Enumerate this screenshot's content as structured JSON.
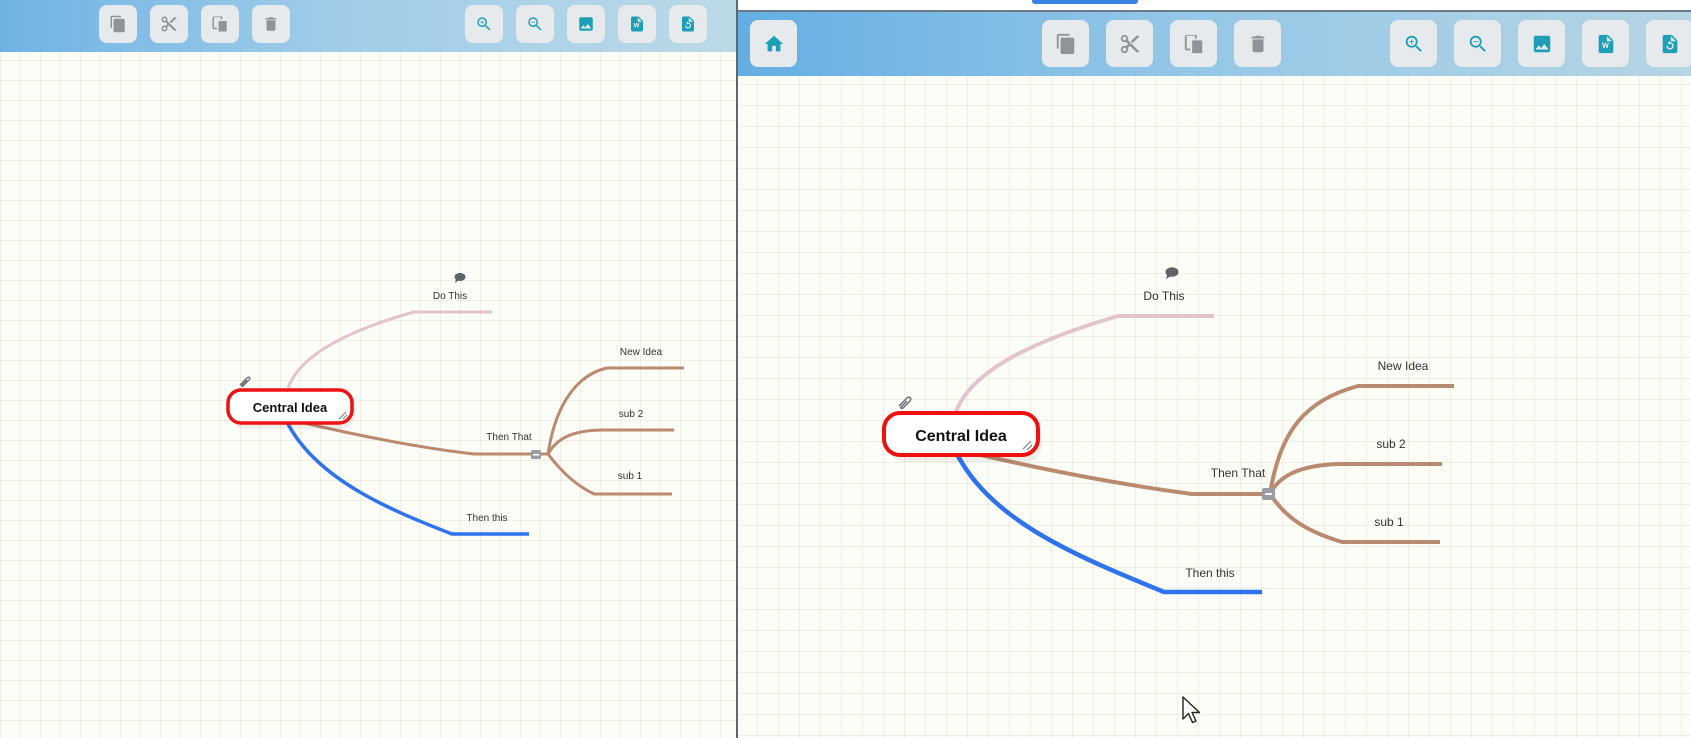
{
  "toolbar": {
    "home_label": "Home",
    "copy_label": "Copy",
    "cut_label": "Cut",
    "paste_label": "Paste",
    "delete_label": "Delete",
    "zoom_in_label": "Zoom in",
    "zoom_out_label": "Zoom out",
    "export_image_label": "Export image",
    "export_word_label": "Export Word",
    "reset_label": "Reset"
  },
  "mindmap": {
    "central": "Central Idea",
    "do_this": "Do This",
    "then_that": "Then That",
    "then_this": "Then this",
    "new_idea": "New Idea",
    "sub2": "sub 2",
    "sub1": "sub 1"
  },
  "colors": {
    "central_border": "#ee1111",
    "do_this_branch": "#e3c3cd",
    "then_that_branch": "#b98a70",
    "then_this_branch": "#2f72ee",
    "toolbar_icon_active": "#1e9fb7",
    "toolbar_icon_inactive": "#8e9499"
  },
  "icons": {
    "central_attachment": "paperclip-icon",
    "do_this_note": "comment-icon",
    "then_that_collapse": "collapse-toggle-icon"
  }
}
